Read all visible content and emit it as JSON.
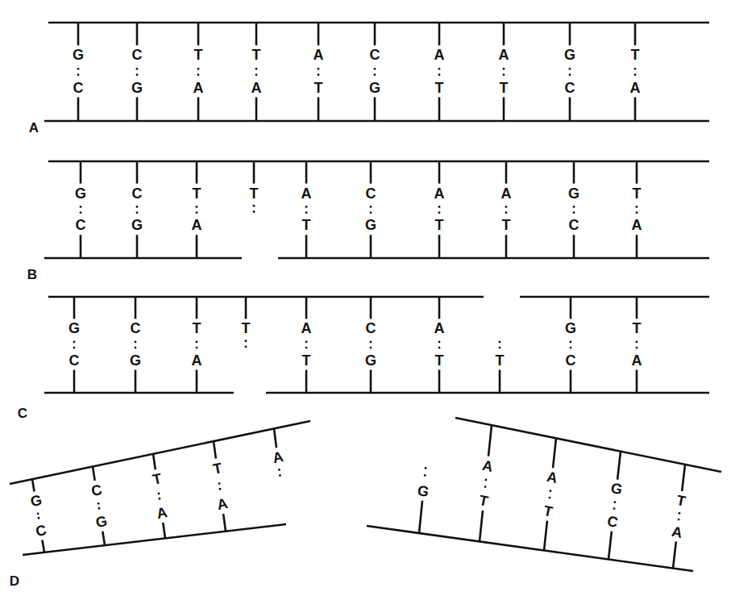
{
  "diagram": {
    "labels": [
      "G",
      "C",
      "C",
      "G",
      "T",
      "A",
      "T",
      "A",
      "A",
      "T",
      "C",
      "G",
      "A",
      "T",
      "A",
      "T",
      "G",
      "C",
      "T",
      "A",
      "A",
      "G",
      "C",
      "C",
      "G",
      "T",
      "A",
      "T",
      "A",
      "T",
      "C",
      "G",
      "A",
      "T",
      "A",
      "T",
      "G",
      "C",
      "T",
      "A",
      "B",
      "G",
      "C",
      "C",
      "G",
      "T",
      "A",
      "T",
      "A",
      "T",
      "C",
      "G",
      "A",
      "T",
      "T",
      "G",
      "C",
      "T",
      "A",
      "C",
      "G",
      "C",
      "C",
      "G",
      "T",
      "A",
      "T",
      "A",
      "A",
      "G",
      "A",
      "T",
      "A",
      "T",
      "G",
      "C",
      "T",
      "A",
      "D"
    ]
  }
}
